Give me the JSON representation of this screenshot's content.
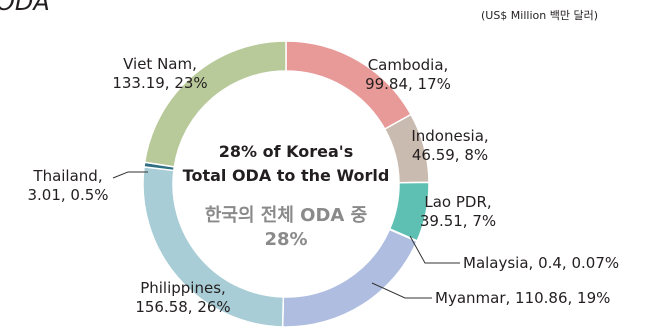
{
  "chart_data": {
    "type": "pie",
    "title": "ODA",
    "unit_note": "(US$ Million 백만 달러)",
    "center_text_en": [
      "28% of Korea's",
      "Total ODA to the World"
    ],
    "center_text_ko": [
      "한국의 전체 ODA 중",
      "28%"
    ],
    "slices": [
      {
        "name": "Cambodia",
        "value": 99.84,
        "percent": "17%",
        "value_text": "99.84",
        "color": "#e79a98"
      },
      {
        "name": "Indonesia",
        "value": 46.59,
        "percent": "8%",
        "value_text": "46.59",
        "color": "#c9bbaf"
      },
      {
        "name": "Lao PDR",
        "value": 39.51,
        "percent": "7%",
        "value_text": "39.51",
        "color": "#5dc0b2"
      },
      {
        "name": "Malaysia",
        "value": 0.4,
        "percent": "0.07%",
        "value_text": "0.4",
        "color": "#7fb3c8"
      },
      {
        "name": "Myanmar",
        "value": 110.86,
        "percent": "19%",
        "value_text": "110.86",
        "color": "#aebde0"
      },
      {
        "name": "Philippines",
        "value": 156.58,
        "percent": "26%",
        "value_text": "156.58",
        "color": "#a9cdd6"
      },
      {
        "name": "Thailand",
        "value": 3.01,
        "percent": "0.5%",
        "value_text": "3.01",
        "color": "#2f6f83"
      },
      {
        "name": "Viet Nam",
        "value": 133.19,
        "percent": "23%",
        "value_text": "133.19",
        "color": "#b8c99a"
      }
    ]
  }
}
